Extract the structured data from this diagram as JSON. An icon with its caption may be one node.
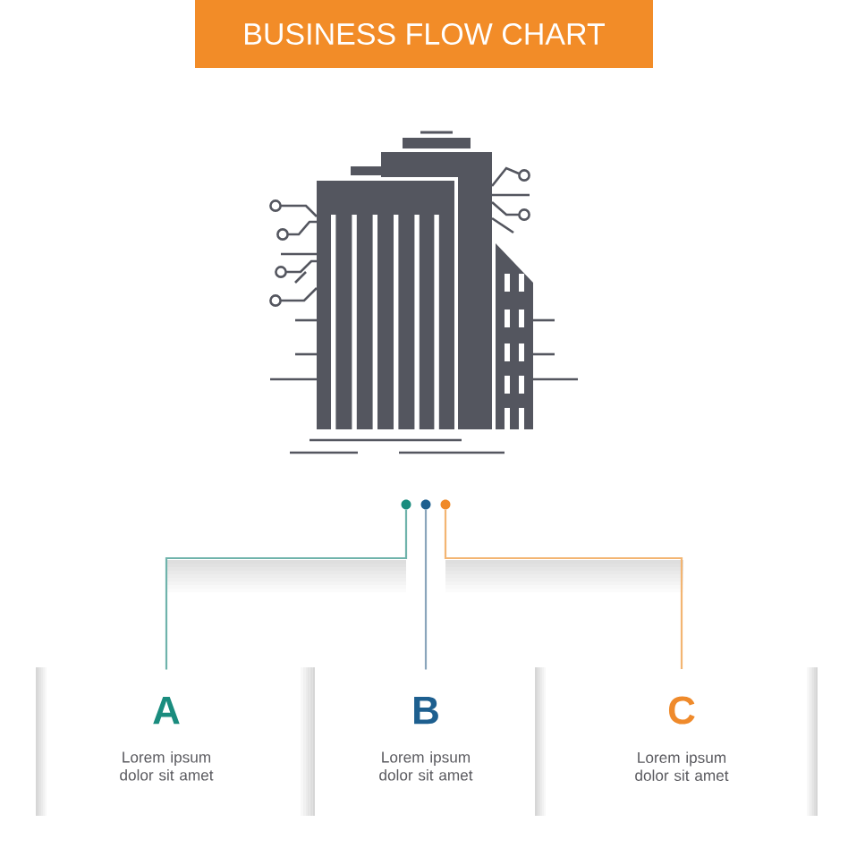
{
  "diagram": {
    "title": "BUSINESS FLOW CHART",
    "nodes": [
      {
        "text": [],
        "shape": "circle"
      },
      {
        "text": [],
        "shape": "circle"
      },
      {
        "text": [],
        "shape": "circle"
      },
      {
        "text": [
          "A",
          "Lorem ipsum dolor sit amet"
        ]
      },
      {
        "text": [
          "B",
          "Lorem ipsum dolor sit amet"
        ]
      },
      {
        "text": [
          "C",
          "Lorem ipsum dolor sit amet"
        ]
      }
    ],
    "edges": [
      {
        "from": 0,
        "to": 3,
        "arrow": "none",
        "color": "#6fb3ab"
      },
      {
        "from": 1,
        "to": 4,
        "arrow": "none",
        "color": "#8aa5bb"
      },
      {
        "from": 2,
        "to": 5,
        "arrow": "none",
        "color": "#f3b572"
      }
    ]
  }
}
